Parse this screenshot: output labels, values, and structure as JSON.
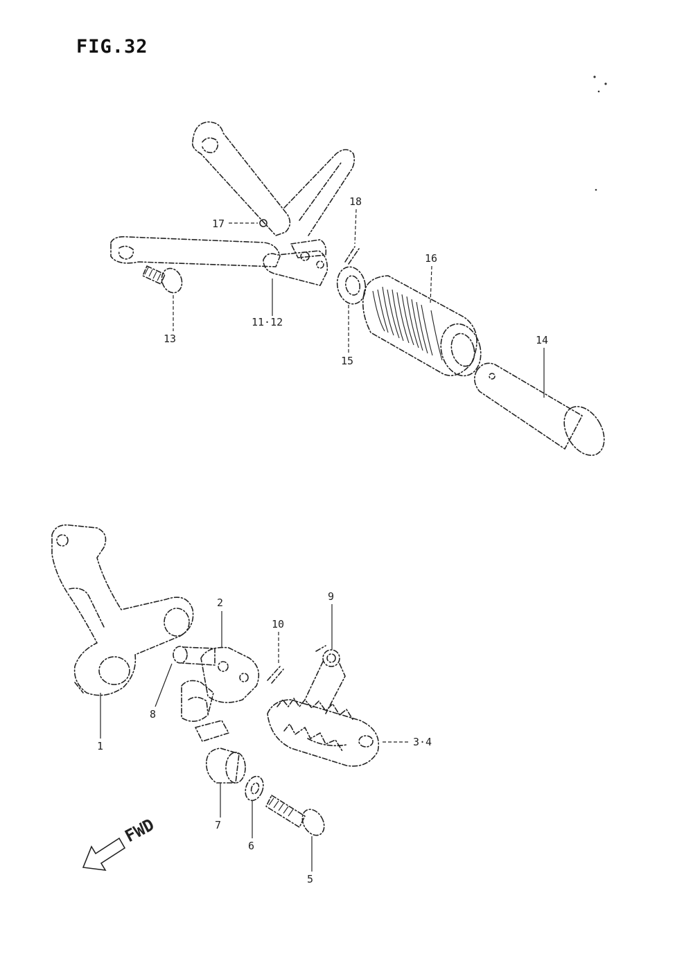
{
  "figure": {
    "title": "FIG.32"
  },
  "direction": {
    "label": "FWD"
  },
  "callouts": [
    {
      "id": "c1",
      "text": "1"
    },
    {
      "id": "c2",
      "text": "2"
    },
    {
      "id": "c34",
      "text": "3·4"
    },
    {
      "id": "c5",
      "text": "5"
    },
    {
      "id": "c6",
      "text": "6"
    },
    {
      "id": "c7",
      "text": "7"
    },
    {
      "id": "c8",
      "text": "8"
    },
    {
      "id": "c9",
      "text": "9"
    },
    {
      "id": "c10",
      "text": "10"
    },
    {
      "id": "c1112",
      "text": "11·12"
    },
    {
      "id": "c13",
      "text": "13"
    },
    {
      "id": "c14",
      "text": "14"
    },
    {
      "id": "c15",
      "text": "15"
    },
    {
      "id": "c16",
      "text": "16"
    },
    {
      "id": "c17",
      "text": "17"
    },
    {
      "id": "c18",
      "text": "18"
    }
  ]
}
